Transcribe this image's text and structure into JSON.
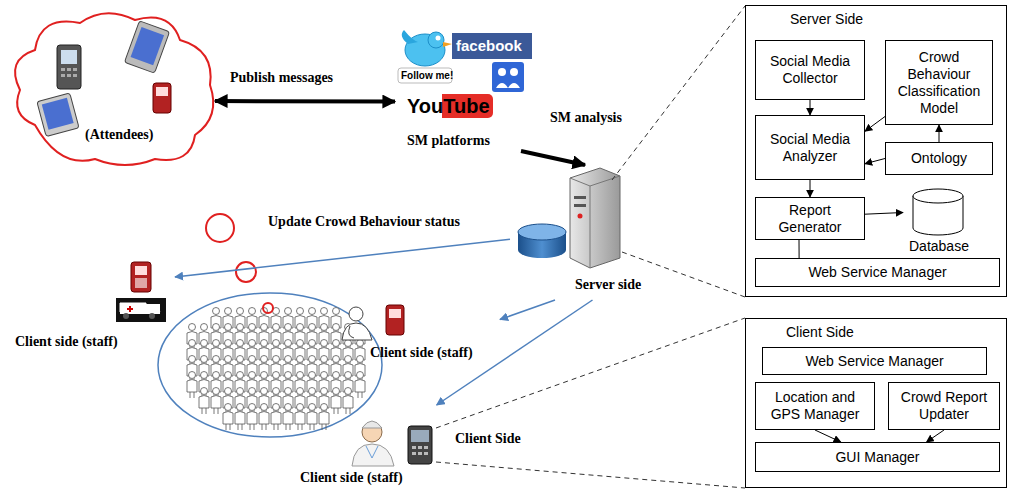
{
  "diagram": {
    "nodes": [
      {
        "text": [
          "(Attendees)"
        ]
      },
      {
        "text": [
          "SM platforms"
        ]
      },
      {
        "text": [
          "Server side"
        ]
      },
      {
        "text": [
          "Client side (staff)"
        ]
      },
      {
        "text": [
          "Client side (staff)"
        ]
      },
      {
        "text": [
          "Client Side",
          "Client side (staff)"
        ]
      },
      {
        "text": [
          "Server Side"
        ]
      },
      {
        "text": [
          "Social Media Collector"
        ],
        "in": 6
      },
      {
        "text": [
          "Crowd Behaviour Classification Model"
        ],
        "in": 6
      },
      {
        "text": [
          "Social Media Analyzer"
        ],
        "in": 6
      },
      {
        "text": [
          "Ontology"
        ],
        "in": 6
      },
      {
        "text": [
          "Report Generator"
        ],
        "in": 6
      },
      {
        "text": [
          "Database"
        ],
        "in": 6
      },
      {
        "text": [
          "Web Service Manager"
        ],
        "in": 6
      },
      {
        "text": [
          "Client Side"
        ]
      },
      {
        "text": [
          "Web Service Manager"
        ],
        "in": 14
      },
      {
        "text": [
          "Location and GPS Manager"
        ],
        "in": 14
      },
      {
        "text": [
          "Crowd Report Updater"
        ],
        "in": 14
      },
      {
        "text": [
          "GUI Manager"
        ],
        "in": 14
      }
    ],
    "edges": [
      {
        "from": 0,
        "to": 1,
        "label": "Publish messages",
        "arrow": "both"
      },
      {
        "from": 1,
        "to": 2,
        "label": "SM analysis",
        "arrow": "to"
      },
      {
        "from": 2,
        "to": 3,
        "label": "Update Crowd Behaviour status",
        "arrow": "to"
      },
      {
        "from": 2,
        "to": 4,
        "arrow": "to"
      },
      {
        "from": 2,
        "to": 5,
        "arrow": "to"
      },
      {
        "from": 7,
        "to": 9,
        "arrow": "to"
      },
      {
        "from": 8,
        "to": 9,
        "arrow": "to"
      },
      {
        "from": 10,
        "to": 8,
        "arrow": "to"
      },
      {
        "from": 10,
        "to": 9,
        "arrow": "to"
      },
      {
        "from": 9,
        "to": 11,
        "arrow": "to"
      },
      {
        "from": 11,
        "to": 12,
        "arrow": "to"
      },
      {
        "from": 11,
        "to": 13,
        "arrow": "none"
      },
      {
        "from": 16,
        "to": 18,
        "arrow": "to"
      },
      {
        "from": 17,
        "to": 18,
        "arrow": "to"
      }
    ],
    "labels": [
      "facebook",
      "Follow me!",
      "YouTube"
    ]
  }
}
